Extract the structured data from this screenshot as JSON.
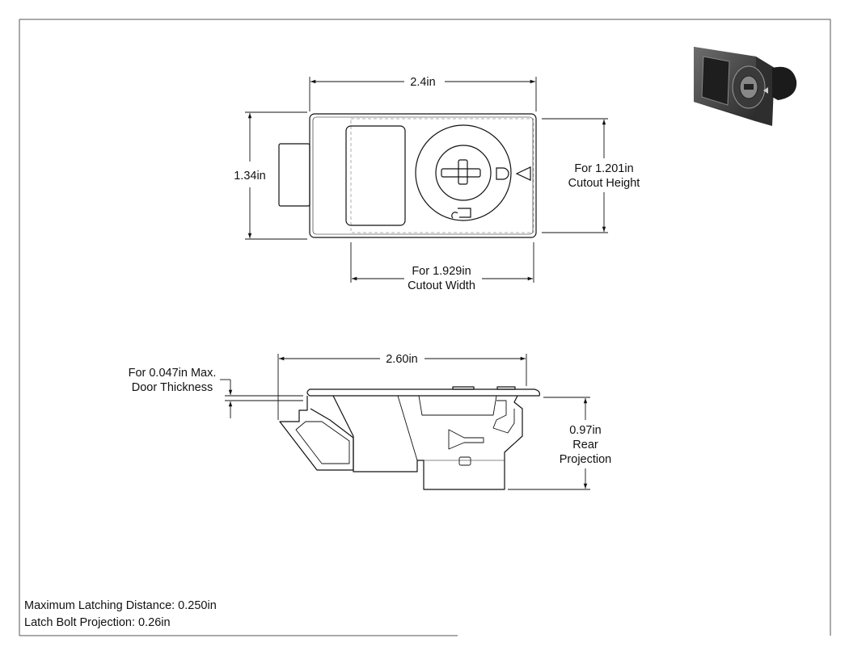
{
  "top_view": {
    "width_label": "2.4in",
    "height_label": "1.34in",
    "cutout_height": [
      "For 1.201in",
      "Cutout Height"
    ],
    "cutout_width": [
      "For 1.929in",
      "Cutout Width"
    ]
  },
  "side_view": {
    "width_label": "2.60in",
    "door_thickness": [
      "For 0.047in Max.",
      "Door Thickness"
    ],
    "rear_projection": [
      "0.97in",
      "Rear",
      "Projection"
    ]
  },
  "notes": [
    "Maximum Latching Distance: 0.250in",
    "Latch Bolt Projection: 0.26in"
  ]
}
